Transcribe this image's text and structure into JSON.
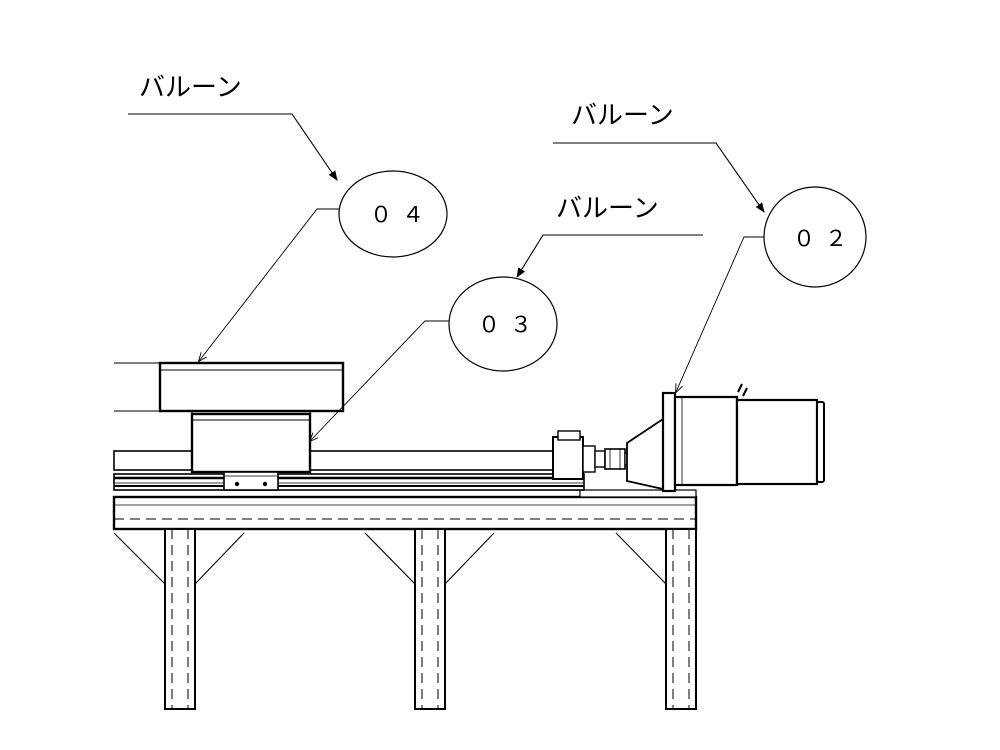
{
  "callouts": [
    {
      "id": "c04",
      "label": "バルーン",
      "balloon": "０４"
    },
    {
      "id": "c03",
      "label": "バルーン",
      "balloon": "０３"
    },
    {
      "id": "c02",
      "label": "バルーン",
      "balloon": "０２"
    }
  ]
}
